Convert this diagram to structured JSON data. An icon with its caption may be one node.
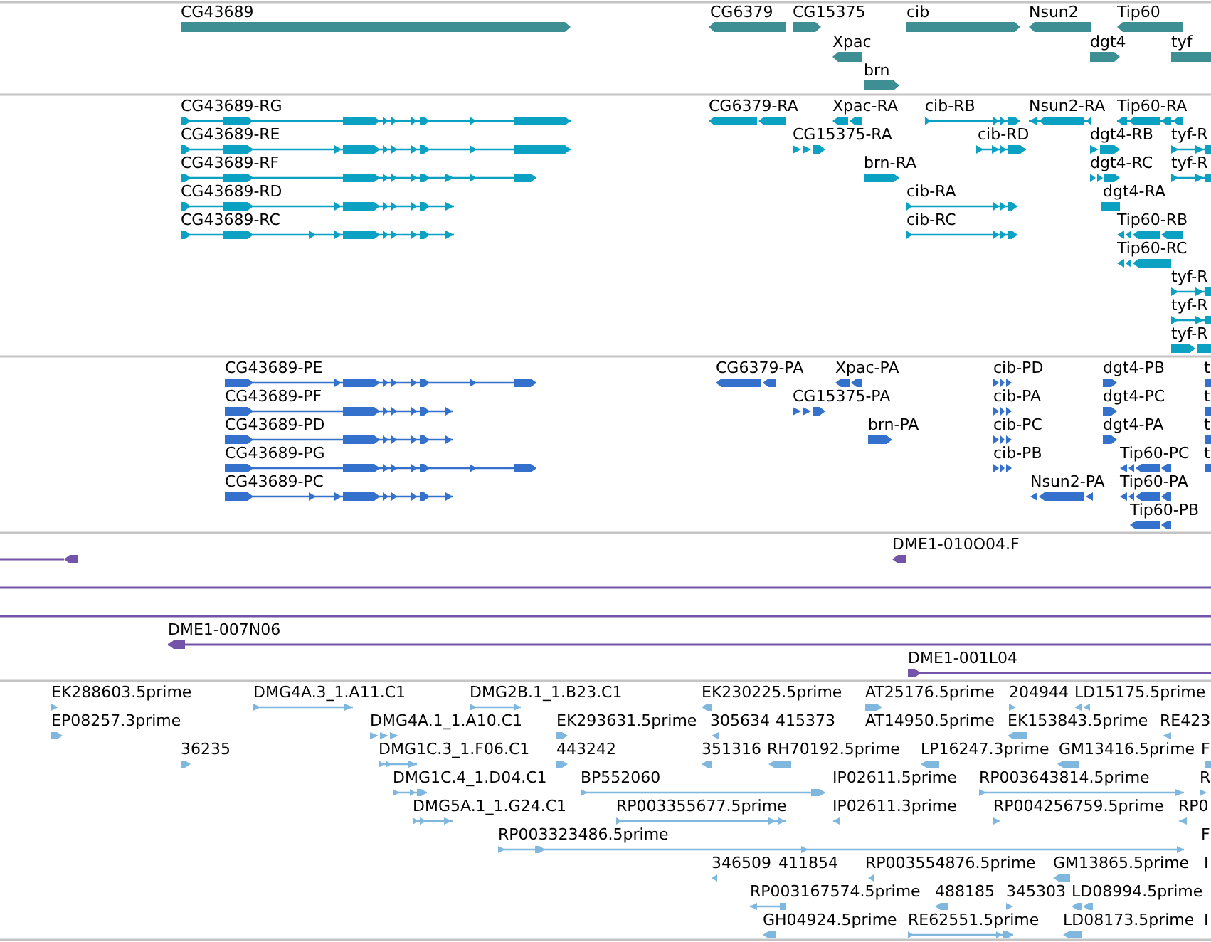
{
  "diagram": {
    "labels": [
      "CG43689",
      "CG6379",
      "CG15375",
      "cib",
      "Nsun2",
      "Tip60",
      "Xpac",
      "dgt4",
      "tyf",
      "brn",
      "CG43689-RG",
      "CG6379-RA",
      "Xpac-RA",
      "cib-RB",
      "Nsun2-RA",
      "Tip60-RA",
      "CG43689-RE",
      "CG15375-RA",
      "cib-RD",
      "dgt4-RB",
      "tyf-R",
      "CG43689-RF",
      "brn-RA",
      "dgt4-RC",
      "tyf-R",
      "CG43689-RD",
      "cib-RA",
      "dgt4-RA",
      "CG43689-RC",
      "cib-RC",
      "Tip60-RB",
      "Tip60-RC",
      "tyf-R",
      "tyf-R",
      "tyf-R",
      "CG43689-PE",
      "CG6379-PA",
      "Xpac-PA",
      "cib-PD",
      "dgt4-PB",
      "t",
      "CG43689-PF",
      "CG15375-PA",
      "cib-PA",
      "dgt4-PC",
      "t",
      "CG43689-PD",
      "brn-PA",
      "cib-PC",
      "dgt4-PA",
      "t",
      "CG43689-PG",
      "cib-PB",
      "Tip60-PC",
      "t",
      "CG43689-PC",
      "Nsun2-PA",
      "Tip60-PA",
      "Tip60-PB",
      "DME1-010O04.F",
      "DME1-007N06",
      "DME1-001L04",
      "EK288603.5prime",
      "DMG4A.3_1.A11.C1",
      "DMG2B.1_1.B23.C1",
      "EK230225.5prime",
      "AT25176.5prime",
      "204944",
      "LD15175.5prime",
      "EP08257.3prime",
      "DMG4A.1_1.A10.C1",
      "EK293631.5prime",
      "305634",
      "415373",
      "AT14950.5prime",
      "EK153843.5prime",
      "RE423",
      "36235",
      "DMG1C.3_1.F06.C1",
      "443242",
      "351316",
      "RH70192.5prime",
      "LP16247.3prime",
      "GM13416.5prime",
      "F",
      "DMG1C.4_1.D04.C1",
      "BP552060",
      "IP02611.5prime",
      "RP003643814.5prime",
      "R",
      "DMG5A.1_1.G24.C1",
      "RP003355677.5prime",
      "IP02611.3prime",
      "RP004256759.5prime",
      "RP0",
      "RP003323486.5prime",
      "F",
      "346509",
      "411854",
      "RP003554876.5prime",
      "GM13865.5prime",
      "I",
      "RP003167574.5prime",
      "488185",
      "345303",
      "LD08994.5prime",
      "GH04924.5prime",
      "RE62551.5prime",
      "LD08173.5prime",
      "I"
    ]
  }
}
